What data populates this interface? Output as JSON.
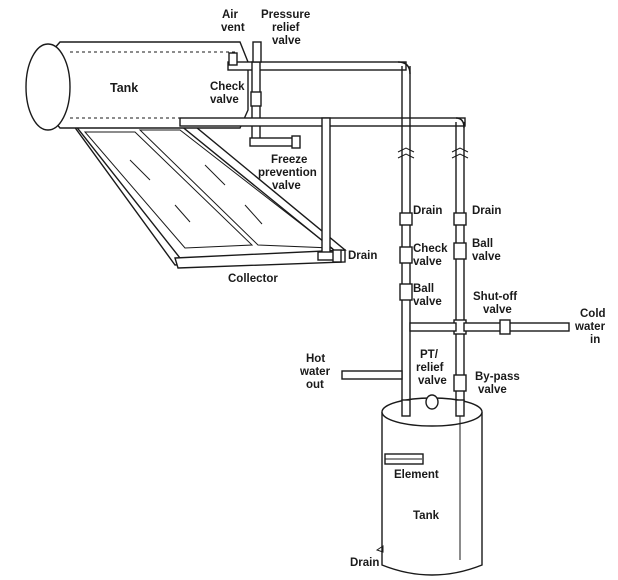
{
  "labels": {
    "tank_top": "Tank",
    "check_valve_top_1": "Check",
    "check_valve_top_2": "valve",
    "air_vent_1": "Air",
    "air_vent_2": "vent",
    "pressure_relief_1": "Pressure",
    "pressure_relief_2": "relief",
    "pressure_relief_3": "valve",
    "freeze_1": "Freeze",
    "freeze_2": "prevention",
    "freeze_3": "valve",
    "collector": "Collector",
    "drain_collector": "Drain",
    "drain_left": "Drain",
    "drain_right": "Drain",
    "check_valve_mid_1": "Check",
    "check_valve_mid_2": "valve",
    "ball_valve_right_1": "Ball",
    "ball_valve_right_2": "valve",
    "ball_valve_left_1": "Ball",
    "ball_valve_left_2": "valve",
    "shutoff_1": "Shut-off",
    "shutoff_2": "valve",
    "cold_1": "Cold",
    "cold_2": "water",
    "cold_3": "in",
    "hot_1": "Hot",
    "hot_2": "water",
    "hot_3": "out",
    "pt_1": "PT/",
    "pt_2": "relief",
    "pt_3": "valve",
    "bypass_1": "By-pass",
    "bypass_2": "valve",
    "element": "Element",
    "tank_bottom": "Tank",
    "drain_bottom": "Drain"
  }
}
